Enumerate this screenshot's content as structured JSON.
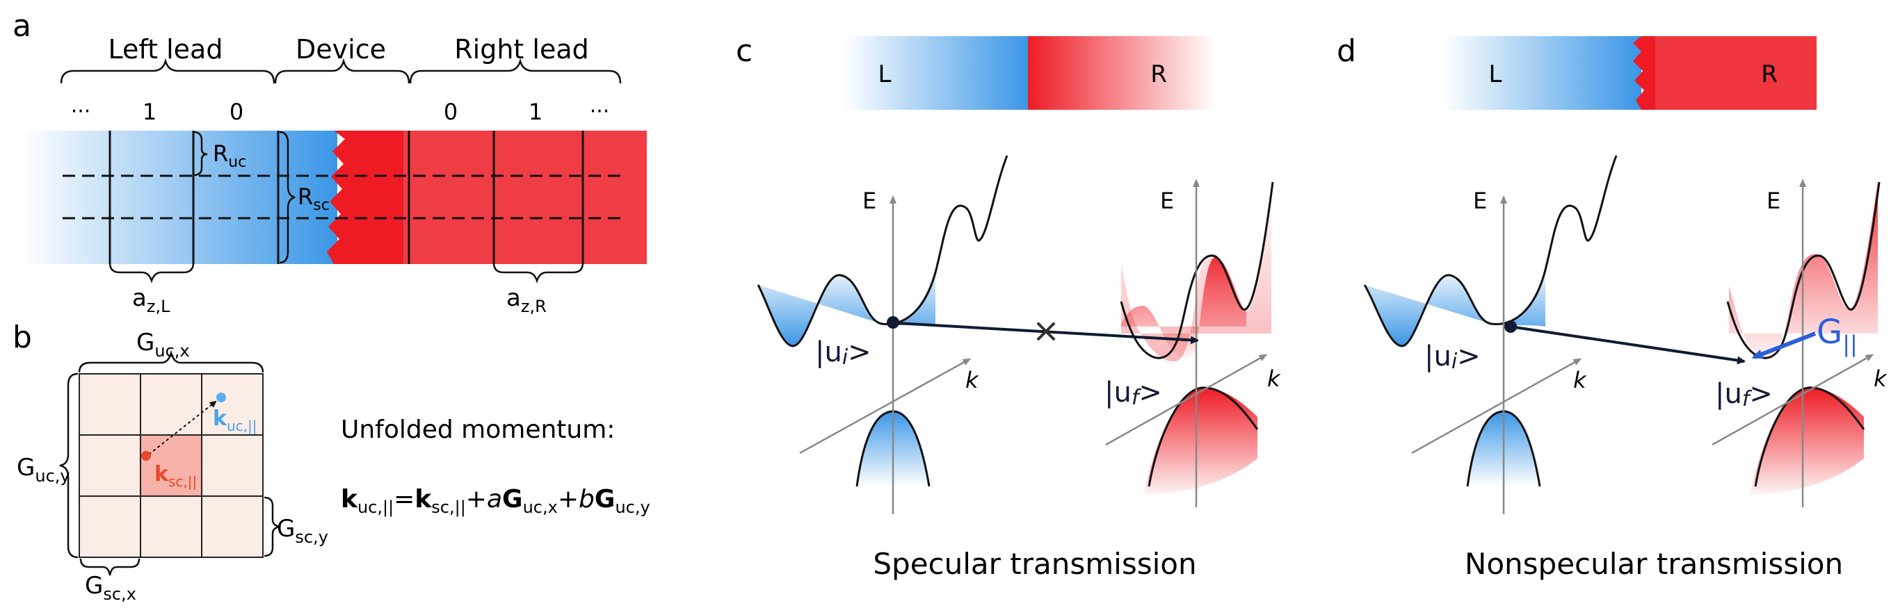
{
  "panels": {
    "a": {
      "letter": "a",
      "left_lead": "Left lead",
      "device": "Device",
      "right_lead": "Right lead",
      "cell_ellipsis": "···",
      "left_cell_1": "1",
      "left_cell_0": "0",
      "right_cell_0": "0",
      "right_cell_1": "1",
      "r_uc": "R",
      "r_uc_sub": "uc",
      "r_sc": "R",
      "r_sc_sub": "sc",
      "a_zl": "a",
      "a_zl_sub": "z,L",
      "a_zr": "a",
      "a_zr_sub": "z,R"
    },
    "b": {
      "letter": "b",
      "g_ucx": "G",
      "g_ucx_sub": "uc,x",
      "g_ucy": "G",
      "g_ucy_sub": "uc,y",
      "g_scx": "G",
      "g_scx_sub": "sc,x",
      "g_scy": "G",
      "g_scy_sub": "sc,y",
      "k_uc": "k",
      "k_uc_sub": "uc,||",
      "k_sc": "k",
      "k_sc_sub": "sc,||",
      "unfolded_title": "Unfolded momentum:",
      "eq_lhs": "k",
      "eq_lhs_sub": "uc,||",
      "eq_eq": "=",
      "eq_t1": "k",
      "eq_t1_sub": "sc,||",
      "eq_plus1": "+",
      "eq_a": "a",
      "eq_g1": "G",
      "eq_g1_sub": "uc,x",
      "eq_plus2": "+",
      "eq_b": "b",
      "eq_g2": "G",
      "eq_g2_sub": "uc,y"
    },
    "c": {
      "letter": "c",
      "bar_left": "L",
      "bar_right": "R",
      "e_left": "E",
      "k_left": "k",
      "e_right": "E",
      "k_right": "k",
      "ui": "|u",
      "ui_sub": "i",
      "ui_end": ">",
      "uf": "|u",
      "uf_sub": "f",
      "uf_end": ">",
      "cross": "×",
      "caption": "Specular transmission"
    },
    "d": {
      "letter": "d",
      "bar_left": "L",
      "bar_right": "R",
      "e_left": "E",
      "k_left": "k",
      "e_right": "E",
      "k_right": "k",
      "ui": "|u",
      "ui_sub": "i",
      "ui_end": ">",
      "uf": "|u",
      "uf_sub": "f",
      "uf_end": ">",
      "g_par": "G",
      "g_par_sub": "||",
      "caption": "Nonspecular transmission"
    }
  },
  "colors": {
    "blue": "#3a96e6",
    "red": "#ee1b24",
    "dark": "#111a33",
    "accent_blue": "#2a5fd8",
    "pink_cell": "#fcece6",
    "pink_center": "#f7b3a9",
    "k_uc_dot": "#5aaef0",
    "k_sc_dot": "#e8472c"
  }
}
